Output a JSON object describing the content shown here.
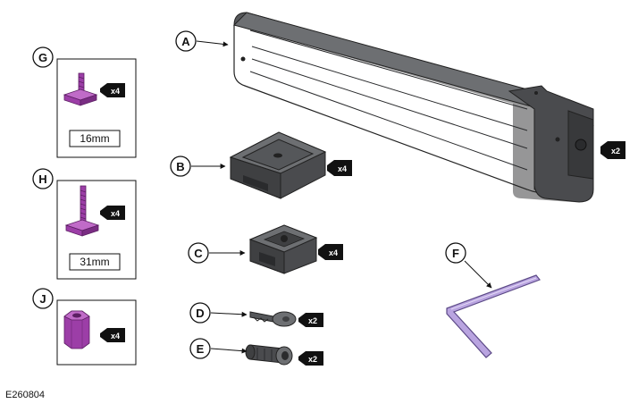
{
  "figure_ref": "E260804",
  "colors": {
    "part_dark": "#3f4042",
    "part_mid": "#55575a",
    "part_light": "#6d6f72",
    "fastener_purple": "#9c3ea7",
    "fastener_purple_light": "#c06bc8",
    "wrench_purple": "#b9a4e0",
    "badge": "#111111"
  },
  "parts": {
    "A": {
      "letter": "A",
      "qty": "x2",
      "icon": "rail-profile"
    },
    "B": {
      "letter": "B",
      "qty": "x4",
      "icon": "adapter-block"
    },
    "C": {
      "letter": "C",
      "qty": "x4",
      "icon": "grip-block"
    },
    "D": {
      "letter": "D",
      "qty": "x2",
      "icon": "key-icon"
    },
    "E": {
      "letter": "E",
      "qty": "x2",
      "icon": "lock-cylinder"
    },
    "F": {
      "letter": "F",
      "icon": "allen-key"
    },
    "G": {
      "letter": "G",
      "qty": "x4",
      "size": "16mm",
      "icon": "t-bolt-short"
    },
    "H": {
      "letter": "H",
      "qty": "x4",
      "size": "31mm",
      "icon": "t-bolt-long"
    },
    "J": {
      "letter": "J",
      "qty": "x4",
      "icon": "hex-nut"
    }
  }
}
